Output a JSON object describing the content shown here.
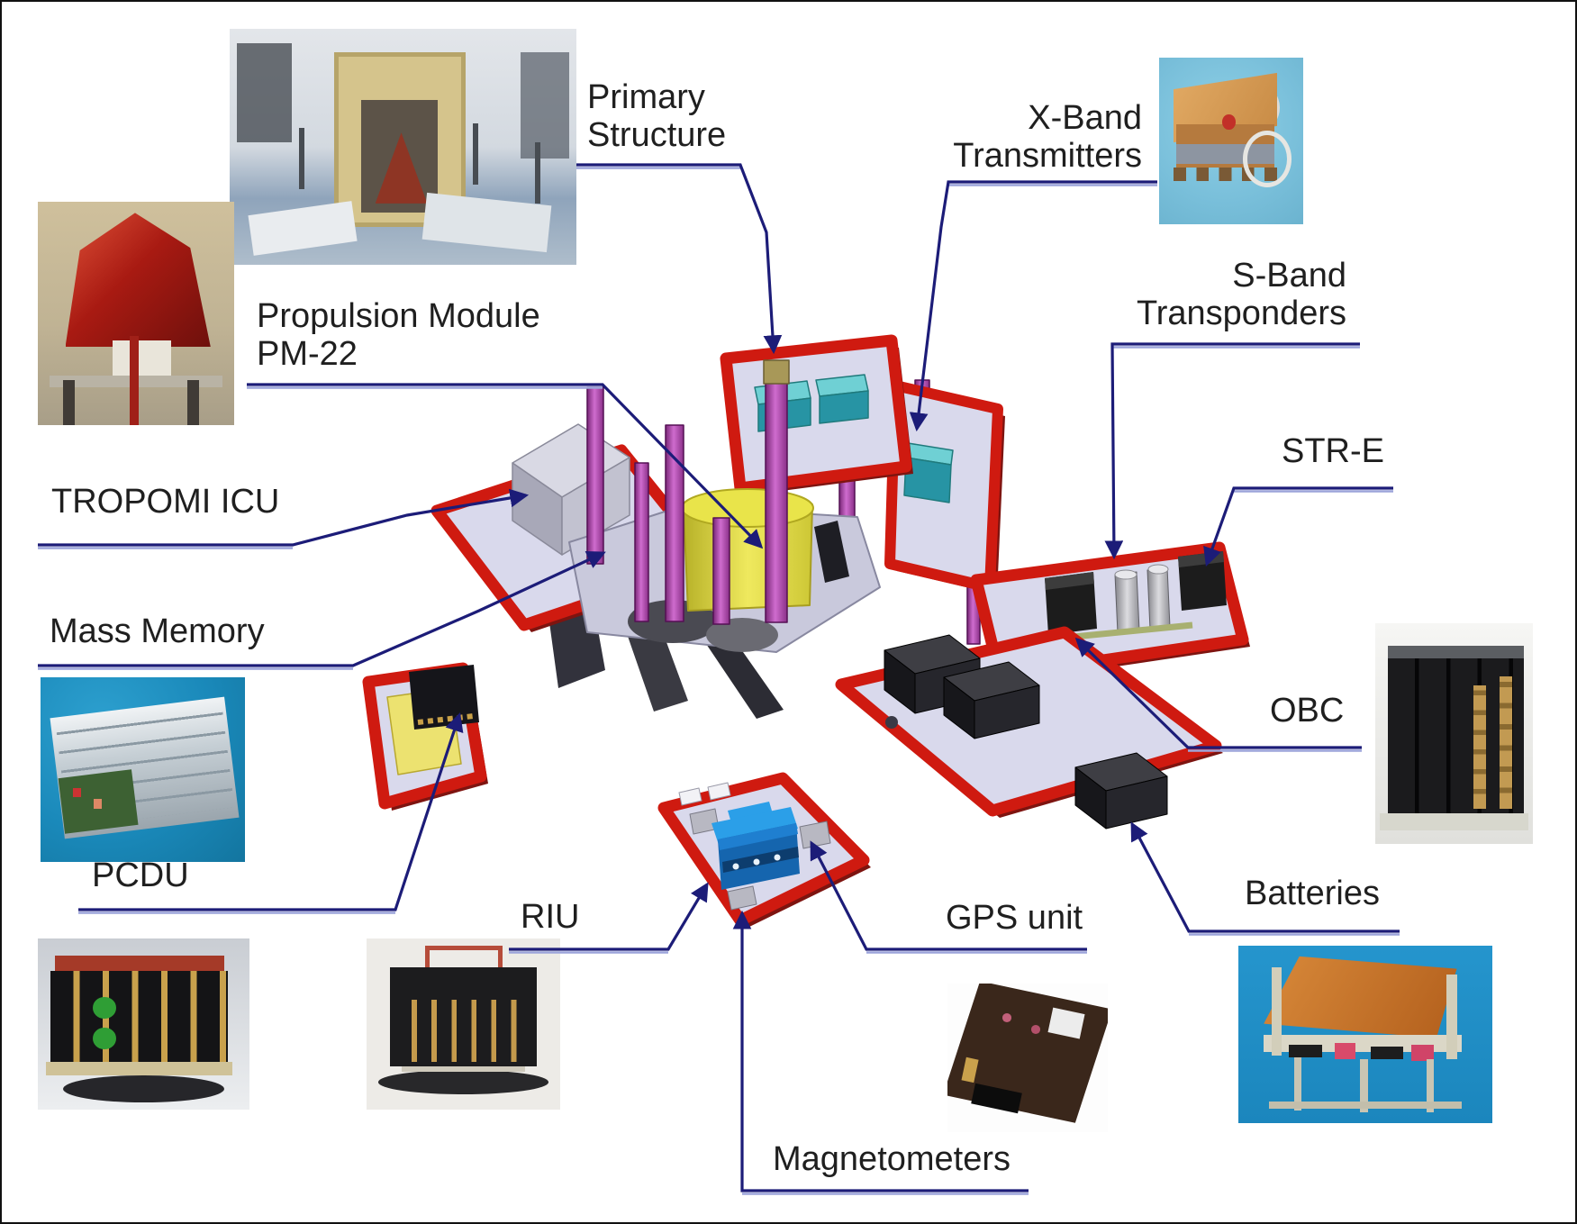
{
  "title_hint": "satellite-subsystem-exploded-diagram",
  "colors": {
    "background": "#ffffff",
    "callout_line": "#1c1c78",
    "callout_underline_light": "#9ca4da",
    "text": "#1f1f1f",
    "panel_frame_red": "#cf1a10",
    "panel_fill": "#d9d9ec",
    "teal_box": "#2794a4",
    "yellow_cylinder": "#e6e040",
    "mast_purple": "#a648a6"
  },
  "callouts": {
    "primary_structure": {
      "line1": "Primary",
      "line2": "Structure"
    },
    "xband": {
      "line1": "X-Band",
      "line2": "Transmitters"
    },
    "sband": {
      "line1": "S-Band",
      "line2": "Transponders"
    },
    "propulsion": {
      "line1": "Propulsion Module",
      "line2": "PM-22"
    },
    "tropomi_icu": {
      "label": "TROPOMI ICU"
    },
    "mass_memory": {
      "label": "Mass Memory"
    },
    "pcdu": {
      "label": "PCDU"
    },
    "riu": {
      "label": "RIU"
    },
    "magnetometers": {
      "label": "Magnetometers"
    },
    "gps_unit": {
      "label": "GPS unit"
    },
    "batteries": {
      "label": "Batteries"
    },
    "obc": {
      "label": "OBC"
    },
    "str_e": {
      "label": "STR-E"
    }
  },
  "photos": {
    "cleanroom": "primary-structure-photo",
    "tropomi_instrument": "tropomi-instrument-photo",
    "xband_transmitter": "x-band-transmitter-photo",
    "obc_unit": "obc-photo",
    "mass_memory_unit": "mass-memory-photo",
    "pcdu_unit": "pcdu-photo",
    "riu_unit": "riu-photo",
    "gps_receiver": "gps-unit-photo",
    "battery_module": "batteries-photo"
  }
}
